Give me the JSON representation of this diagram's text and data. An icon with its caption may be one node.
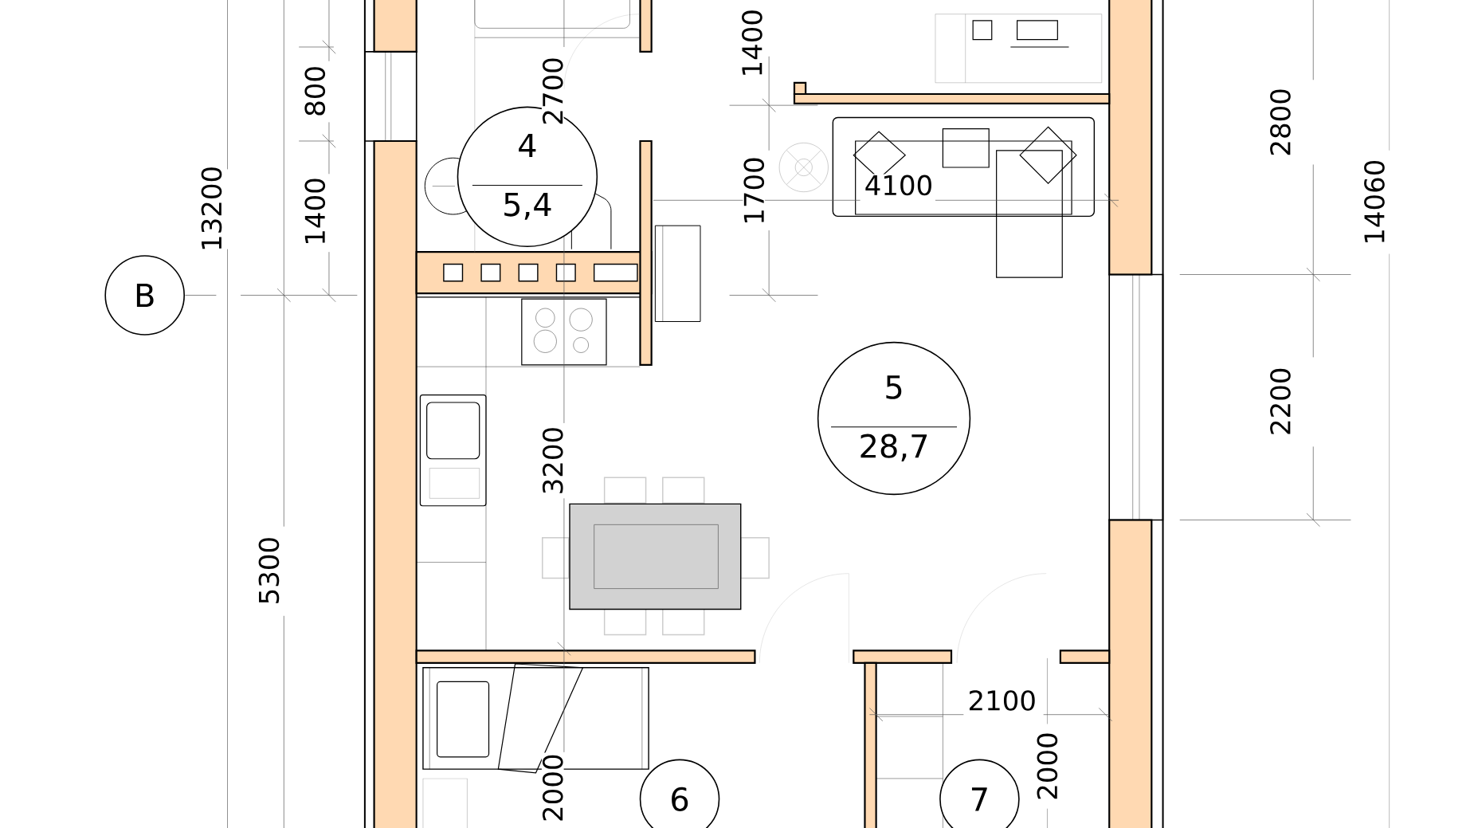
{
  "diagram": {
    "nodes": [
      {
        "text": [
          "B"
        ]
      },
      {
        "text": [
          "4",
          "5,4"
        ]
      },
      {
        "text": [
          "5",
          "28,7"
        ]
      },
      {
        "text": [
          "6"
        ]
      },
      {
        "text": [
          "7"
        ]
      }
    ],
    "labels": [
      "1400",
      "2700",
      "800",
      "2800",
      "14060",
      "13200",
      "1400",
      "1700",
      "4100",
      "3200",
      "2200",
      "5300",
      "2100",
      "2000",
      "2000"
    ]
  }
}
